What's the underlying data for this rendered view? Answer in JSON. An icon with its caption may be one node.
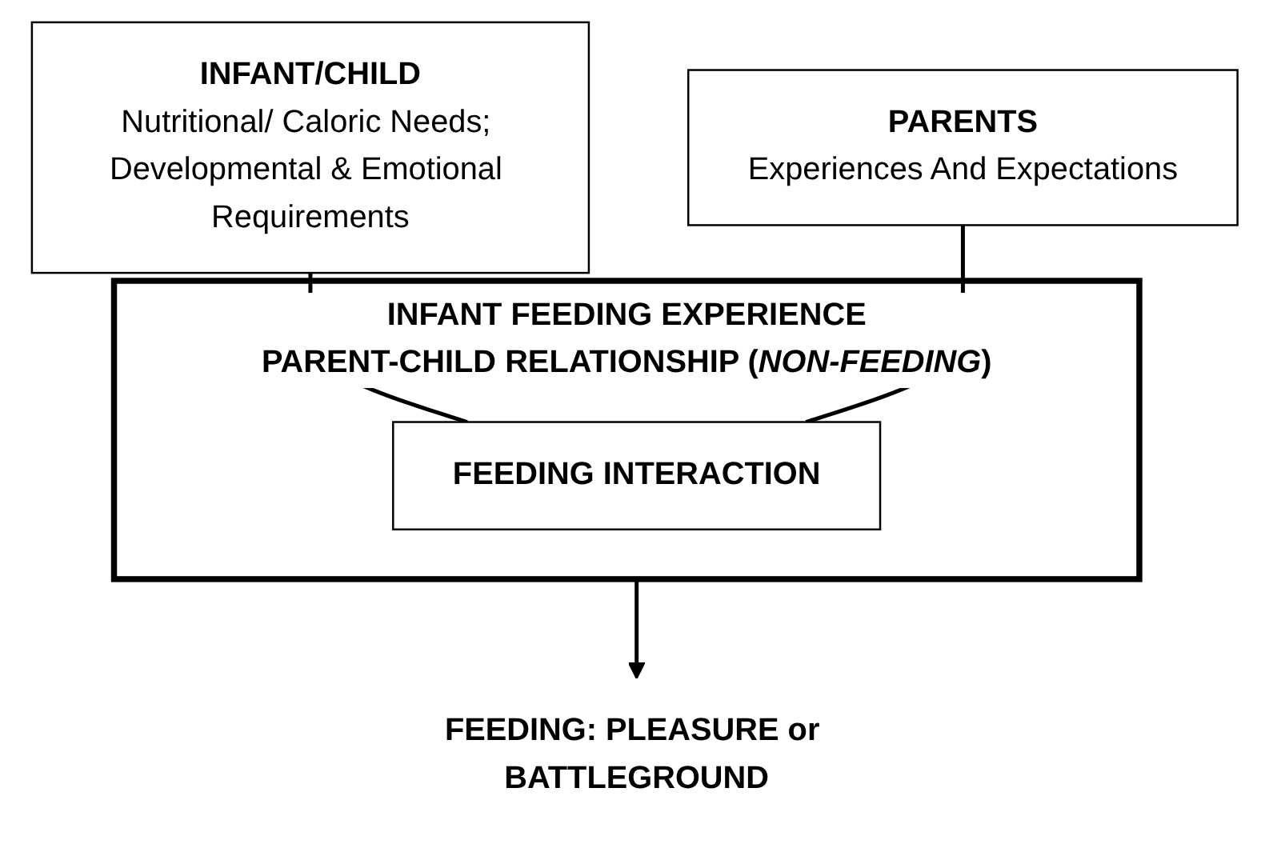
{
  "diagram": {
    "nodes": [
      {
        "text": [
          "INFANT/CHILD",
          "Nutritional/ Caloric Needs; Developmental & Emotional Requirements"
        ]
      },
      {
        "text": [
          "PARENTS",
          "Experiences And Expectations"
        ]
      },
      {
        "text": [
          "INFANT FEEDING EXPERIENCE",
          "PARENT-CHILD RELATIONSHIP (*NON-FEEDING*)"
        ]
      },
      {
        "text": [
          "FEEDING INTERACTION"
        ],
        "in": 2
      },
      {
        "text": [
          "FEEDING: PLEASURE or BATTLEGROUND"
        ]
      }
    ],
    "edges": [
      {
        "from": 0,
        "to": 3,
        "arrow": "none"
      },
      {
        "from": 1,
        "to": 3,
        "arrow": "none"
      },
      {
        "from": 2,
        "to": 4,
        "arrow": "to"
      }
    ]
  }
}
